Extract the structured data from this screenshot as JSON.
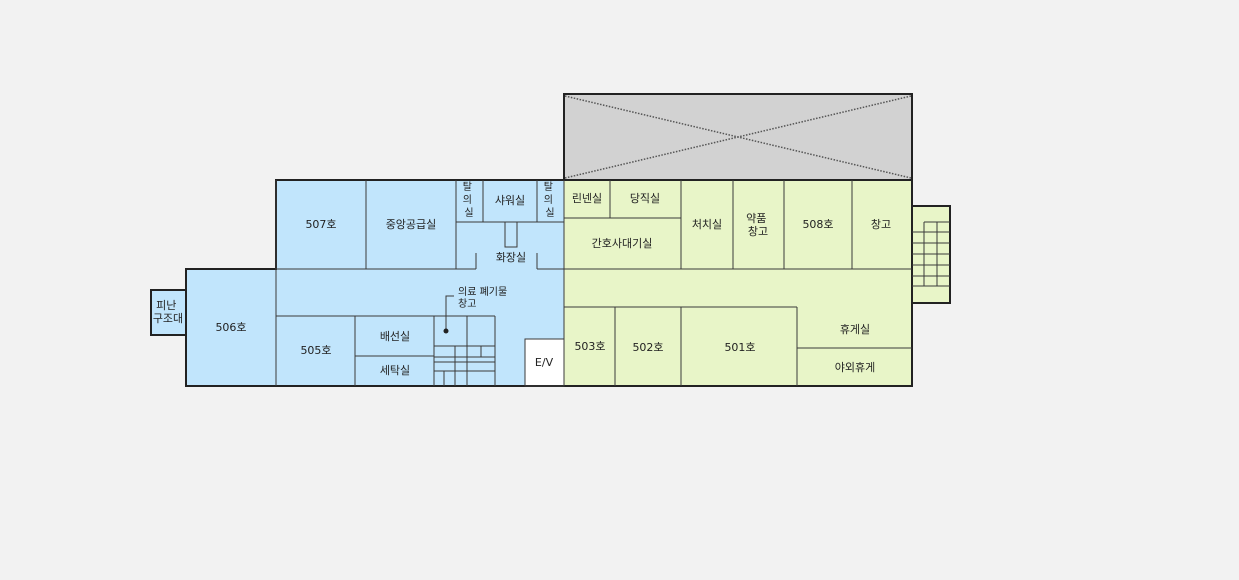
{
  "colors": {
    "background": "#f2f2f2",
    "blue_zone": "#c1e5fc",
    "green_zone": "#e8f5c8",
    "void": "#d2d2d2",
    "white_room": "#ffffff",
    "line": "#3a3a3a"
  },
  "rooms": {
    "r507": "507호",
    "central_supply": "중앙공급실",
    "changing_left": [
      "탈",
      "의",
      "실"
    ],
    "shower": "샤워실",
    "changing_right": [
      "탈",
      "의",
      "실"
    ],
    "restroom": "화장실",
    "linen": "린넨실",
    "duty": "당직실",
    "nurse_waiting": "간호사대기실",
    "treatment": "처치실",
    "medicine_storage": [
      "약품",
      "창고"
    ],
    "r508": "508호",
    "storage": "창고",
    "evacuation": [
      "피난",
      "구조대"
    ],
    "r506": "506호",
    "r505": "505호",
    "pantry": "배선실",
    "laundry": "세탁실",
    "medical_waste": [
      "의료 폐기물",
      "창고"
    ],
    "elevator": "E/V",
    "r503": "503호",
    "r502": "502호",
    "r501": "501호",
    "lounge": "휴게실",
    "outdoor_lounge": "야외휴게"
  }
}
